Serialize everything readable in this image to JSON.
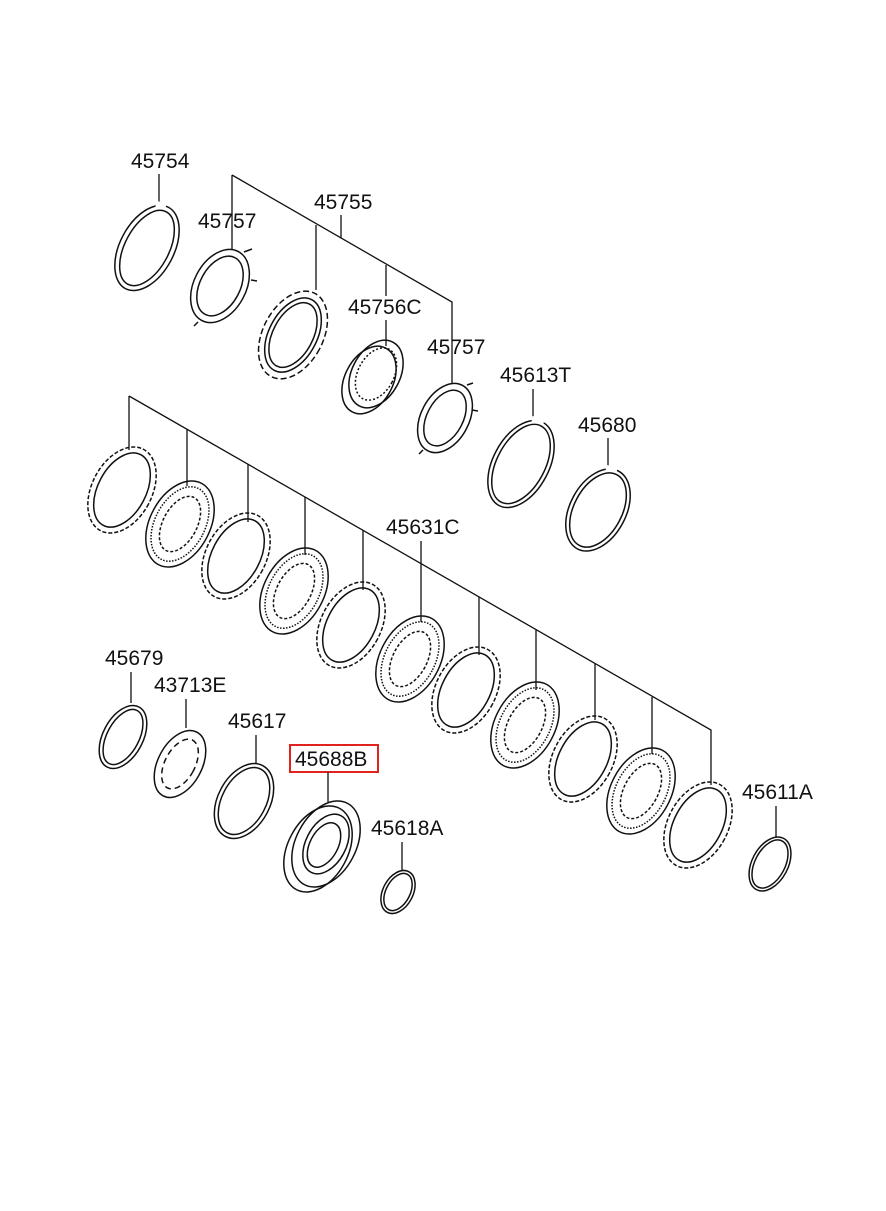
{
  "diagram": {
    "highlight_color": "#e0231c",
    "labels": [
      {
        "id": "l45754",
        "text": "45754"
      },
      {
        "id": "l45757a",
        "text": "45757"
      },
      {
        "id": "l45755",
        "text": "45755"
      },
      {
        "id": "l45756c",
        "text": "45756C"
      },
      {
        "id": "l45757b",
        "text": "45757"
      },
      {
        "id": "l45613t",
        "text": "45613T"
      },
      {
        "id": "l45680",
        "text": "45680"
      },
      {
        "id": "l45631c",
        "text": "45631C"
      },
      {
        "id": "l45679",
        "text": "45679"
      },
      {
        "id": "l43713e",
        "text": "43713E"
      },
      {
        "id": "l45617",
        "text": "45617"
      },
      {
        "id": "l45688b",
        "text": "45688B"
      },
      {
        "id": "l45618a",
        "text": "45618A"
      },
      {
        "id": "l45611a",
        "text": "45611A"
      }
    ],
    "highlighted_part": "45688B"
  }
}
